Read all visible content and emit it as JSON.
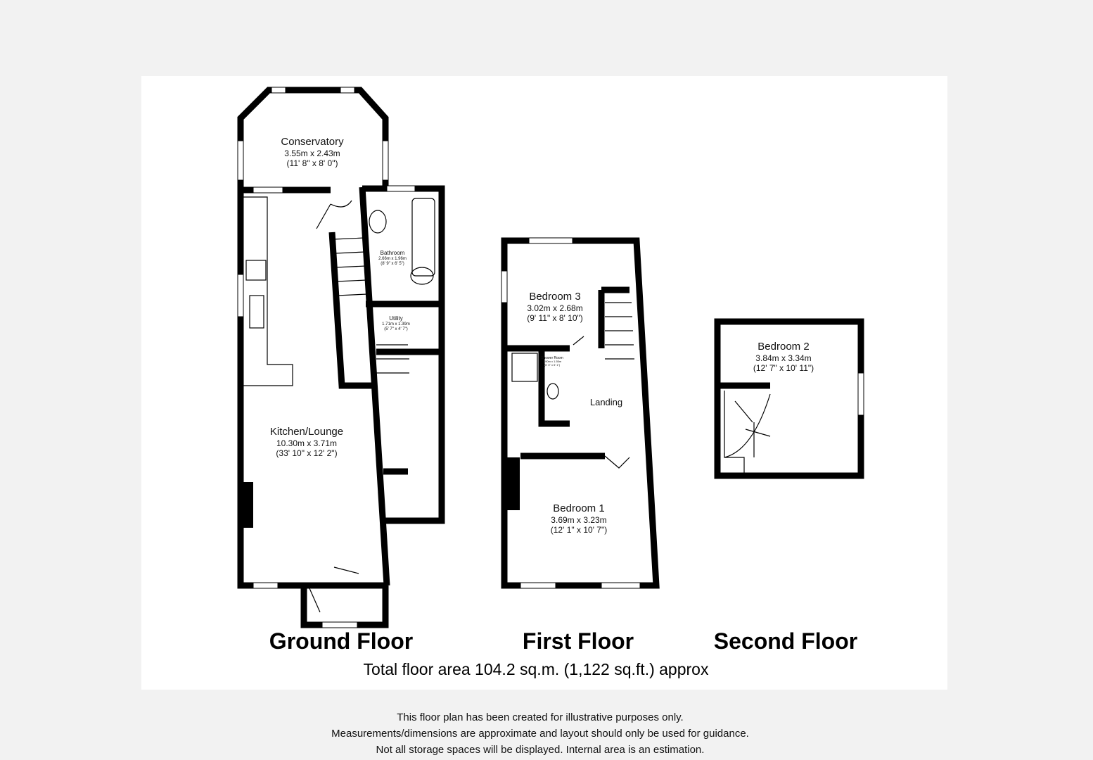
{
  "rooms": {
    "conservatory": {
      "name": "Conservatory",
      "metric": "3.55m x 2.43m",
      "imperial": "(11' 8\" x 8' 0\")"
    },
    "kitchen": {
      "name": "Kitchen/Lounge",
      "metric": "10.30m x 3.71m",
      "imperial": "(33' 10\" x 12' 2\")"
    },
    "bathroom": {
      "name": "Bathroom",
      "metric": "2.66m x 1.96m",
      "imperial": "(8' 9\" x 6' 5\")"
    },
    "utility": {
      "name": "Utility",
      "metric": "1.71m x 1.39m",
      "imperial": "(5' 7\" x 4' 7\")"
    },
    "bedroom3": {
      "name": "Bedroom 3",
      "metric": "3.02m x 2.68m",
      "imperial": "(9' 11\" x 8' 10\")"
    },
    "shower": {
      "name": "Shower Room",
      "metric": "1.90m x 1.55m",
      "imperial": "(6' 3\" x 5' 1\")"
    },
    "landing": {
      "name": "Landing"
    },
    "bedroom1": {
      "name": "Bedroom 1",
      "metric": "3.69m x 3.23m",
      "imperial": "(12' 1\" x 10' 7\")"
    },
    "bedroom2": {
      "name": "Bedroom 2",
      "metric": "3.84m x 3.34m",
      "imperial": "(12' 7\" x 10' 11\")"
    }
  },
  "floors": {
    "ground": "Ground Floor",
    "first": "First Floor",
    "second": "Second Floor"
  },
  "total_area": "Total floor area 104.2 sq.m. (1,122 sq.ft.) approx",
  "disclaimer": [
    "This floor plan has been created for illustrative purposes only.",
    "Measurements/dimensions are approximate and layout should only be used for guidance.",
    "Not all storage spaces will be displayed. Internal area is an estimation."
  ]
}
